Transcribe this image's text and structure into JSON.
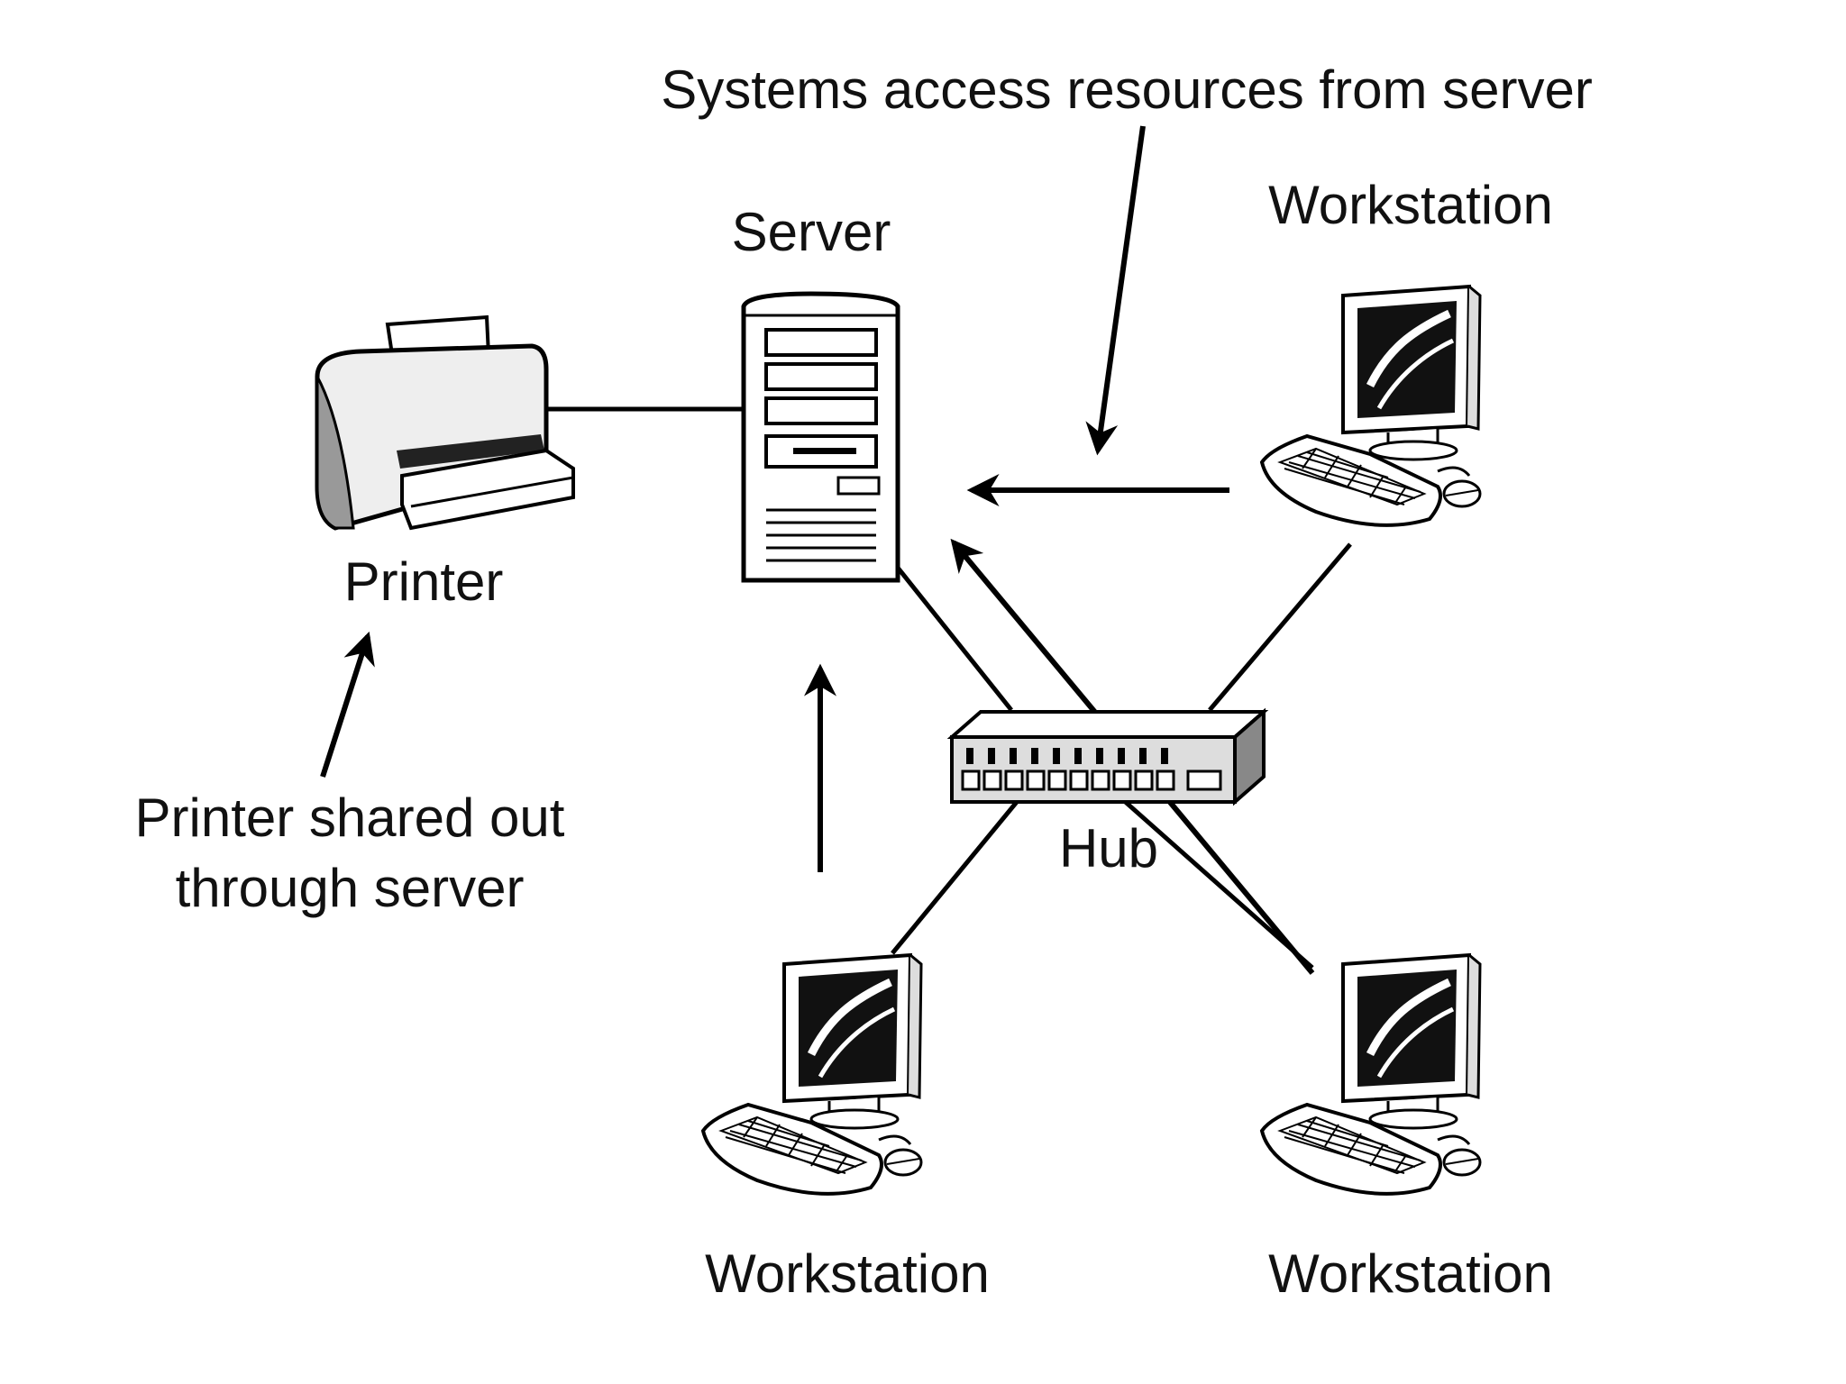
{
  "labels": {
    "caption_top": "Systems access resources from server",
    "server": "Server",
    "printer": "Printer",
    "printer_caption_line1": "Printer shared out",
    "printer_caption_line2": "through server",
    "hub": "Hub",
    "workstation_top_right": "Workstation",
    "workstation_bottom_left": "Workstation",
    "workstation_bottom_right": "Workstation"
  },
  "icons": {
    "server": "server-tower-icon",
    "printer": "printer-icon",
    "hub": "network-hub-icon",
    "workstation": "computer-workstation-icon"
  },
  "colors": {
    "ink": "#000000",
    "background": "#ffffff"
  }
}
